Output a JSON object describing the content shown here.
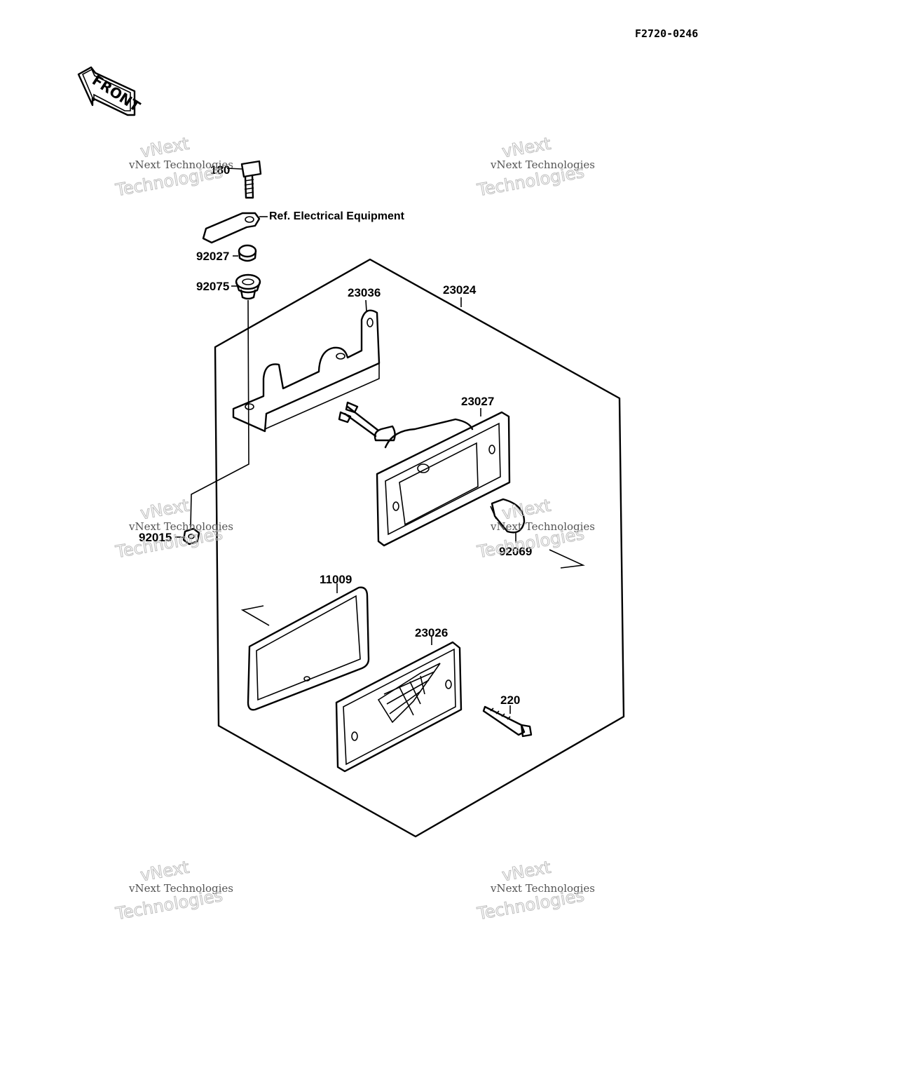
{
  "document": {
    "code": "F2720-0246",
    "front_label": "FRONT"
  },
  "ref_note": "Ref. Electrical Equipment",
  "parts": [
    {
      "id": "180"
    },
    {
      "id": "92027"
    },
    {
      "id": "92075"
    },
    {
      "id": "23036"
    },
    {
      "id": "23024"
    },
    {
      "id": "23027"
    },
    {
      "id": "92015"
    },
    {
      "id": "92069"
    },
    {
      "id": "11009"
    },
    {
      "id": "23026"
    },
    {
      "id": "220"
    }
  ],
  "watermark": {
    "line_small": "vNext Technologies",
    "line_big_1": "vNext",
    "line_big_2": "Technologies"
  }
}
